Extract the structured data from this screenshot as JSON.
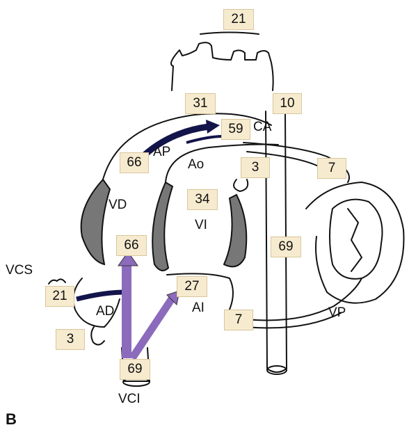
{
  "panel_label": "B",
  "values": {
    "top": "21",
    "arch_left": "31",
    "arch_right": "10",
    "ca": "59",
    "pa_trunk": "66",
    "ao_side": "3",
    "pulm_vein_upper": "7",
    "lv": "34",
    "desc_aorta": "69",
    "rv_lower": "66",
    "la": "27",
    "svc": "21",
    "ra_lower": "3",
    "pulm_vein_lower": "7",
    "ivc": "69"
  },
  "labels": {
    "ca": "CA",
    "ap": "AP",
    "ao": "Ao",
    "vd": "VD",
    "vi": "VI",
    "vcs": "VCS",
    "ad": "AD",
    "ai": "AI",
    "vp": "VP",
    "vci": "VCI"
  },
  "colors": {
    "box_fill": "#f7ebcf",
    "valve": "#777777",
    "arrow_dark": "#13144a",
    "arrow_purple": "#8c6bbd"
  }
}
